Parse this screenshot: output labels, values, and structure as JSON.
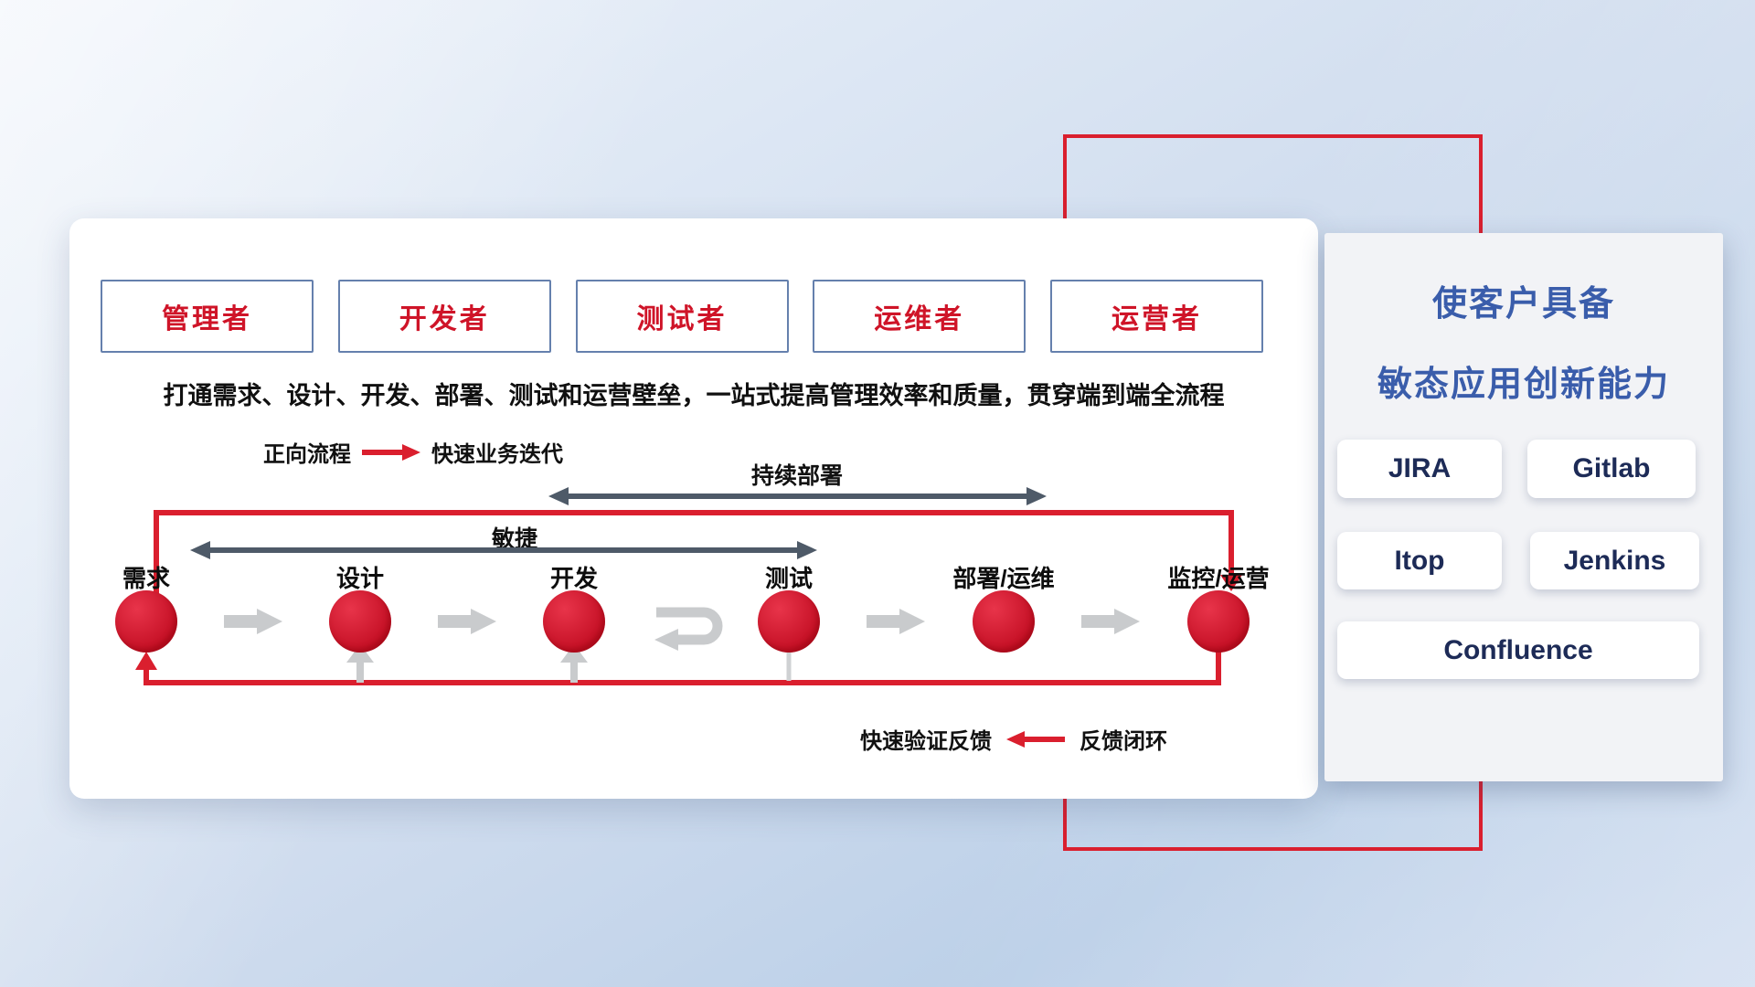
{
  "roles": [
    {
      "label": "管理者"
    },
    {
      "label": "开发者"
    },
    {
      "label": "测试者"
    },
    {
      "label": "运维者"
    },
    {
      "label": "运营者"
    }
  ],
  "subtitle": "打通需求、设计、开发、部署、测试和运营壁垒，一站式提高管理效率和质量，贯穿端到端全流程",
  "legends": {
    "forward_label": "正向流程",
    "forward_value": "快速业务迭代",
    "feedback_value": "快速验证反馈",
    "feedback_label": "反馈闭环"
  },
  "spans": {
    "continuous_deployment": "持续部署",
    "agile": "敏捷"
  },
  "steps": [
    {
      "label": "需求"
    },
    {
      "label": "设计"
    },
    {
      "label": "开发"
    },
    {
      "label": "测试"
    },
    {
      "label": "部署/运维"
    },
    {
      "label": "监控/运营"
    }
  ],
  "right_panel": {
    "title_line1": "使客户具备",
    "title_line2": "敏态应用创新能力",
    "tools": [
      {
        "label": "JIRA"
      },
      {
        "label": "Gitlab"
      },
      {
        "label": "Itop"
      },
      {
        "label": "Jenkins"
      },
      {
        "label": "Confluence"
      }
    ]
  },
  "colors": {
    "accent_red": "#da1f2e",
    "role_text_red": "#cf1428",
    "panel_title_blue": "#3a5dab",
    "tool_text_navy": "#1d2b57",
    "dark_arrow": "#4e5a68",
    "gray_arrow": "#c9cbcd"
  }
}
